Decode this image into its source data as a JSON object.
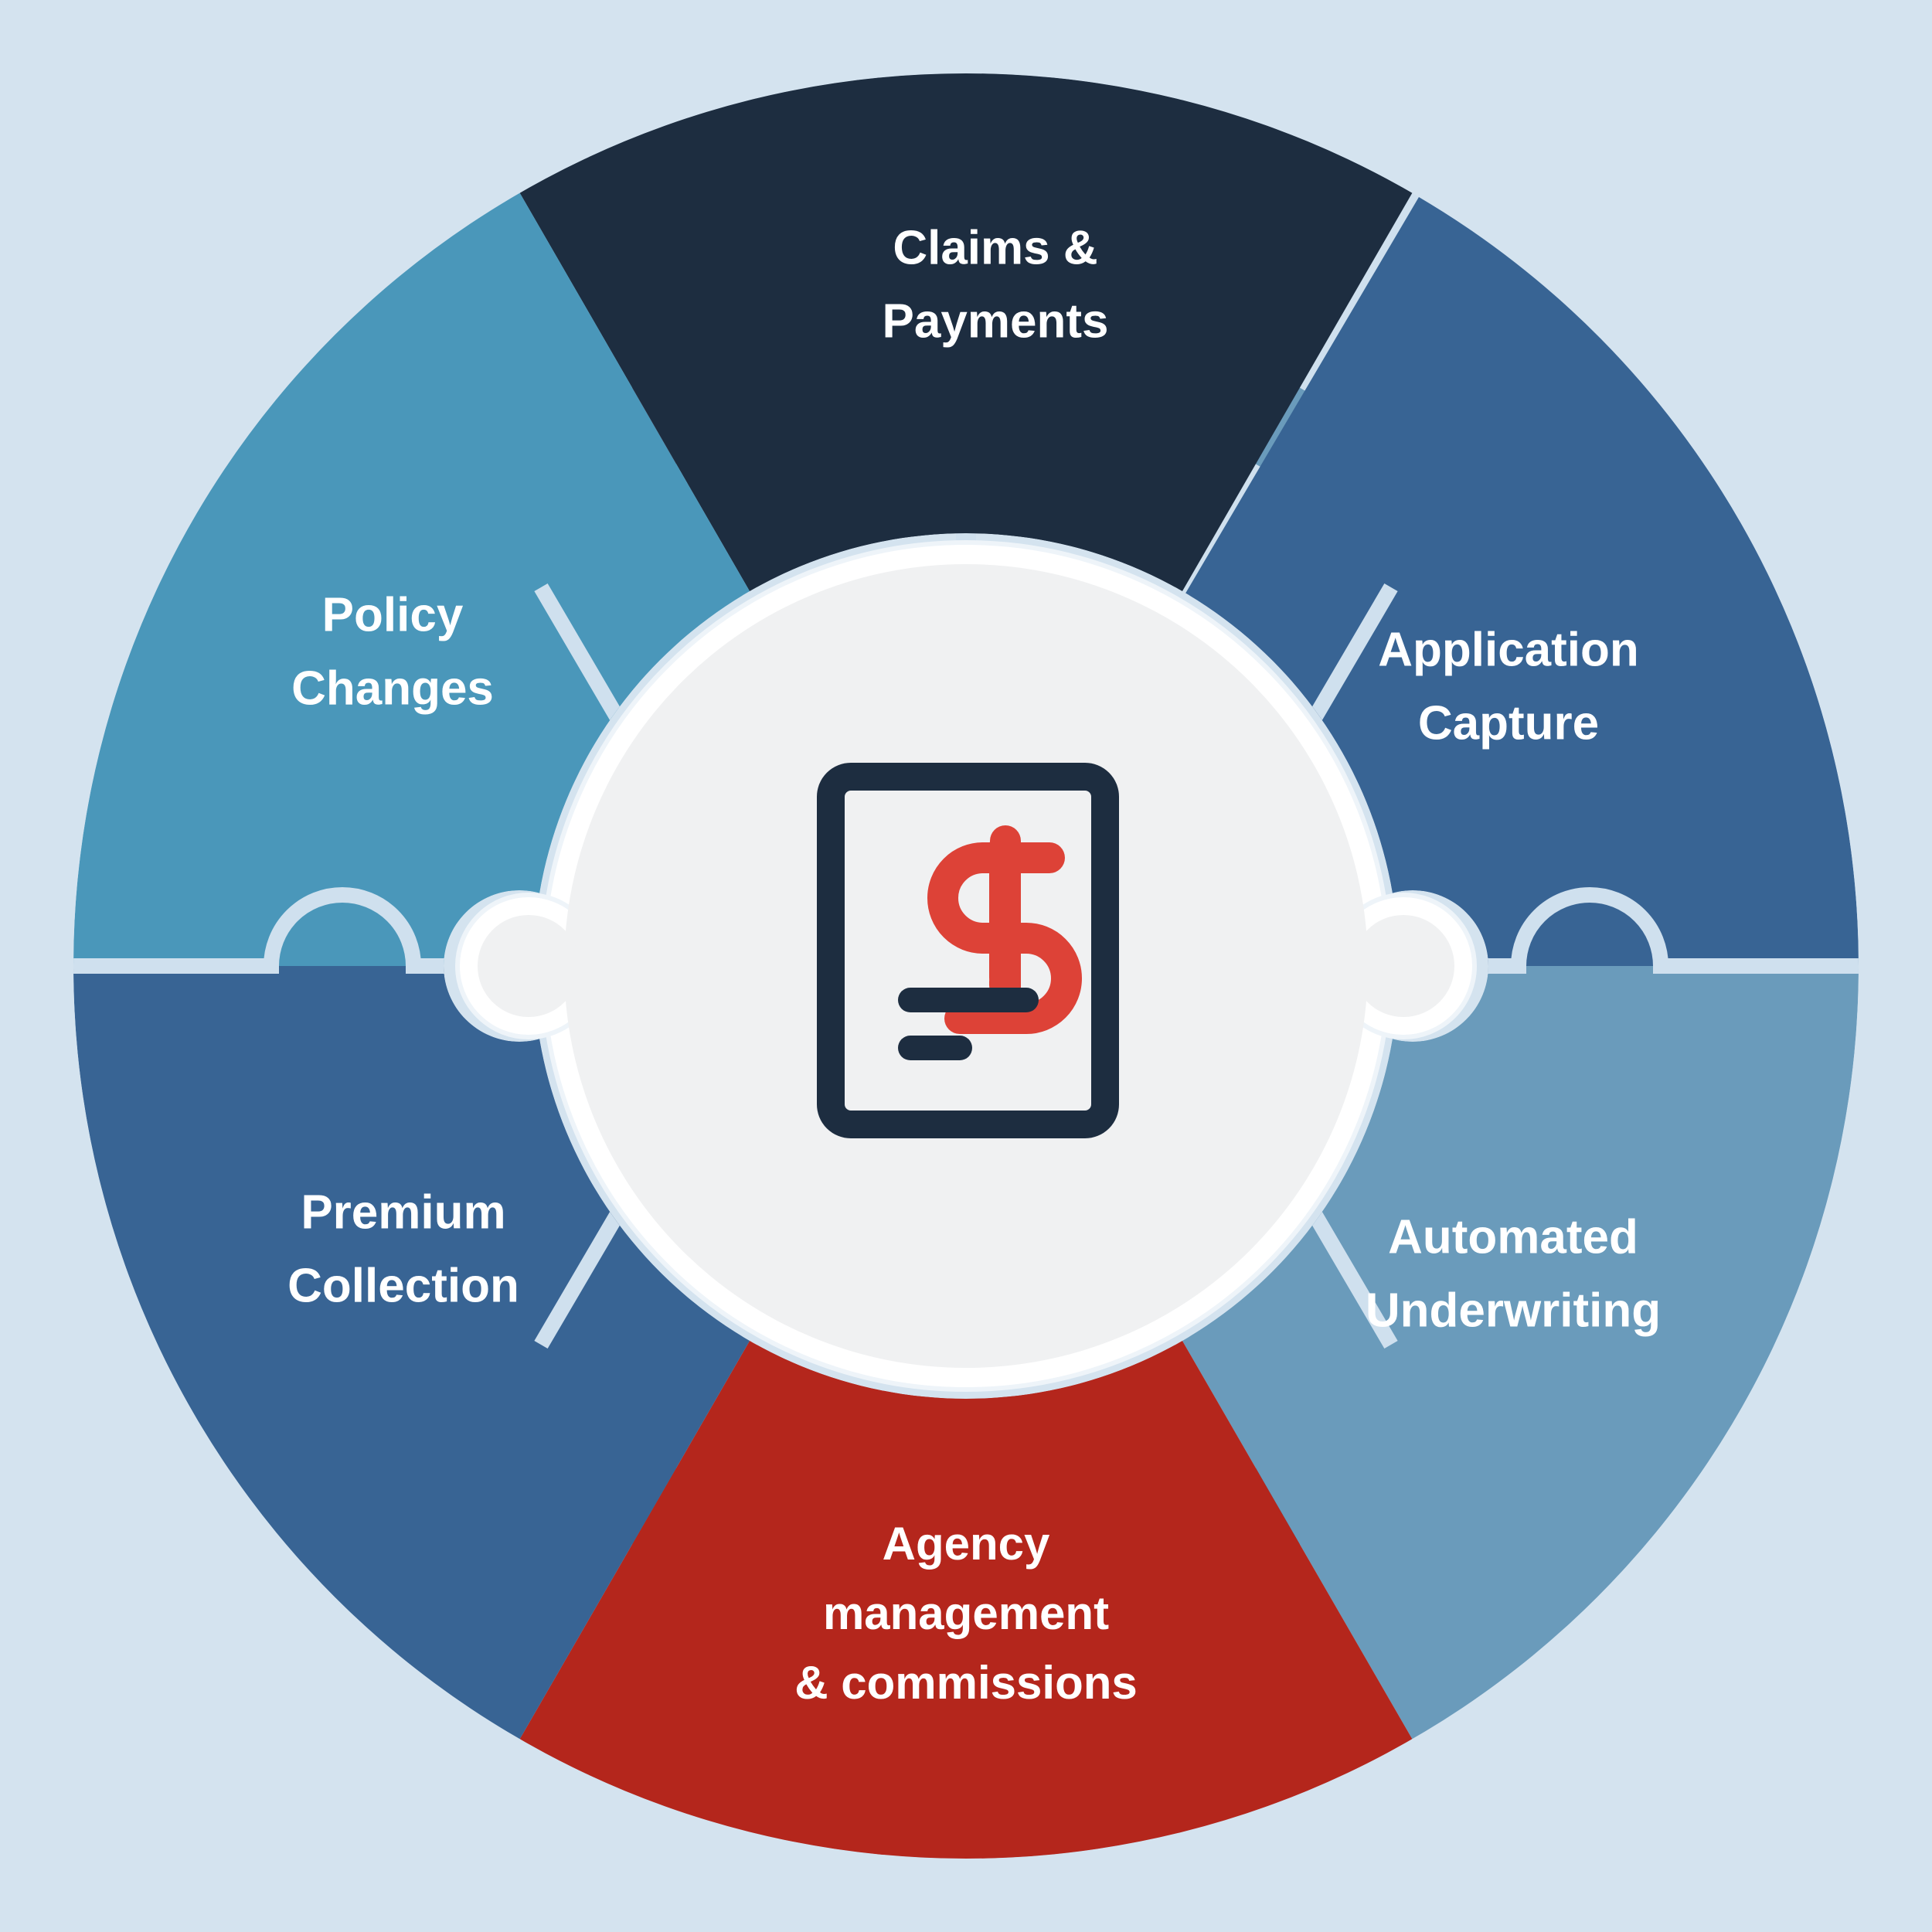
{
  "diagram": {
    "type": "circular-puzzle",
    "title": "Insurance Lifecycle Puzzle Wheel",
    "segment_count": 6,
    "center": {
      "icon_name": "invoice-dollar-document-icon",
      "description": "Document page with dollar sign and two text lines",
      "fill": "#f0f1f2",
      "document_outline_color": "#1d2d40",
      "dollar_color": "#dd4237",
      "line_color": "#1d2d40"
    },
    "background_color": "#d4e3ef",
    "seam_color": "#cfe0ee",
    "segments": [
      {
        "id": "claims-payments",
        "label": "Claims & Payments",
        "lines": [
          "Claims &",
          "Payments"
        ],
        "color": "#1d2d40",
        "text_color": "#ffffff",
        "position": "top"
      },
      {
        "id": "application-capture",
        "label": "Application Capture",
        "lines": [
          "Application",
          "Capture"
        ],
        "color": "#386494",
        "text_color": "#ffffff",
        "position": "top-right"
      },
      {
        "id": "automated-underwriting",
        "label": "Automated Underwriting",
        "lines": [
          "Automated",
          "Underwriting"
        ],
        "color": "#6a9bbb",
        "text_color": "#ffffff",
        "position": "bottom-right"
      },
      {
        "id": "agency-management-commissions",
        "label": "Agency management & commissions",
        "lines": [
          "Agency",
          "management",
          "& commissions"
        ],
        "color": "#b4261c",
        "text_color": "#ffffff",
        "position": "bottom"
      },
      {
        "id": "premium-collection",
        "label": "Premium Collection",
        "lines": [
          "Premium",
          "Collection"
        ],
        "color": "#386494",
        "text_color": "#ffffff",
        "position": "bottom-left"
      },
      {
        "id": "policy-changes",
        "label": "Policy Changes",
        "lines": [
          "Policy",
          "Changes"
        ],
        "color": "#4a97ba",
        "text_color": "#ffffff",
        "position": "top-left"
      }
    ]
  }
}
